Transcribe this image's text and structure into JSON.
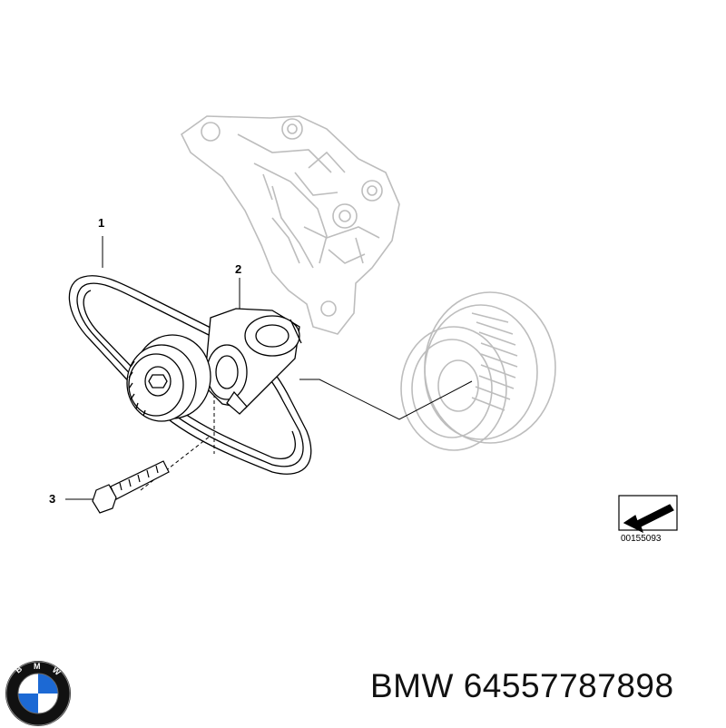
{
  "callouts": {
    "one": "1",
    "two": "2",
    "three": "3"
  },
  "drawing_number": "00155093",
  "brand": "BMW",
  "part_number": "64557787898",
  "logo": {
    "label": "BMW",
    "colors": {
      "blue": "#1c69d4",
      "black": "#111111",
      "white": "#ffffff"
    }
  },
  "colors": {
    "bracket": "#bdbdbd",
    "line": "#000000"
  }
}
